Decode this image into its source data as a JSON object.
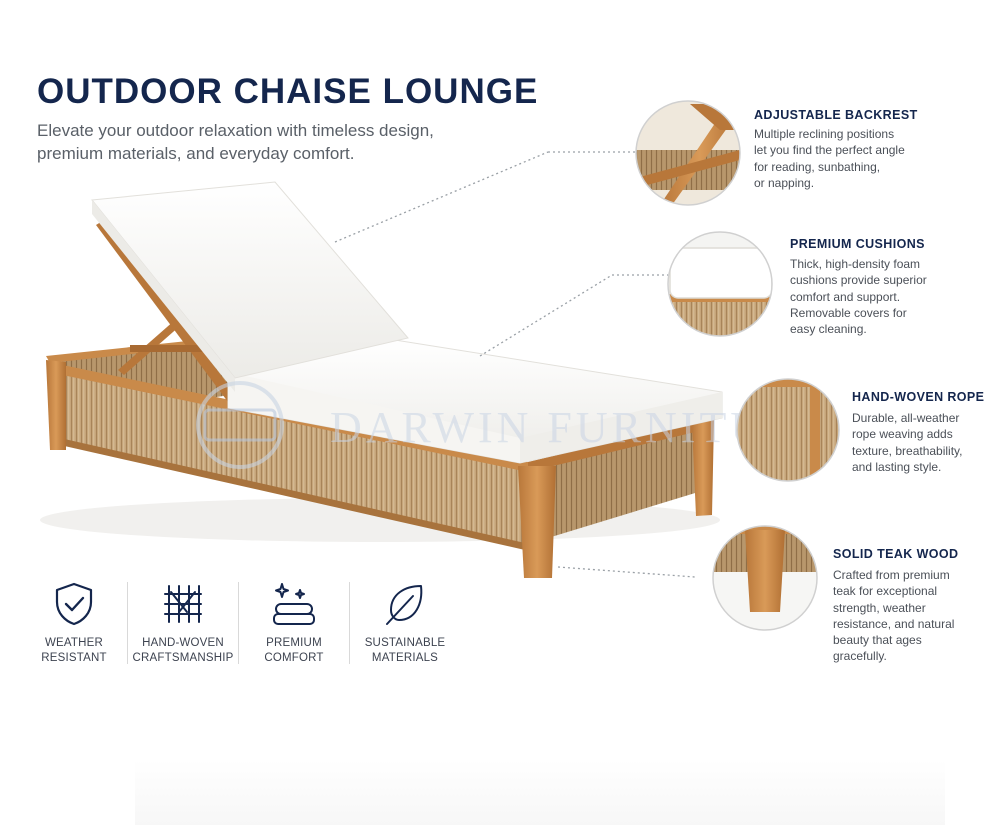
{
  "header": {
    "title": "OUTDOOR CHAISE LOUNGE",
    "subtitle": "Elevate your outdoor relaxation with timeless design, premium materials, and everyday comfort."
  },
  "watermark": {
    "text": "DARWIN FURNITURE"
  },
  "features": [
    {
      "title": "ADJUSTABLE BACKREST",
      "description": "Multiple reclining positions\nlet you find the perfect angle\nfor reading, sunbathing,\nor napping."
    },
    {
      "title": "PREMIUM CUSHIONS",
      "description": "Thick, high-density foam\ncushions provide superior\ncomfort and support.\nRemovable covers for\neasy cleaning."
    },
    {
      "title": "HAND-WOVEN ROPE",
      "description": "Durable, all-weather\nrope weaving adds\ntexture, breathability,\nand lasting style."
    },
    {
      "title": "SOLID TEAK WOOD",
      "description": "Crafted from premium\nteak for exceptional\nstrength, weather\nresistance, and natural\nbeauty that ages\ngracefully."
    }
  ],
  "badges": [
    {
      "label": "WEATHER\nRESISTANT",
      "icon": "shield-check-icon"
    },
    {
      "label": "HAND-WOVEN\nCRAFTSMANSHIP",
      "icon": "weave-icon"
    },
    {
      "label": "PREMIUM\nCOMFORT",
      "icon": "cushion-sparkle-icon"
    },
    {
      "label": "SUSTAINABLE\nMATERIALS",
      "icon": "leaf-icon"
    }
  ],
  "colors": {
    "title": "#14264d",
    "text": "#4b5058",
    "teak": "#c98a4a",
    "rope": "#c7a57a",
    "cushion": "#f8f8f6"
  }
}
